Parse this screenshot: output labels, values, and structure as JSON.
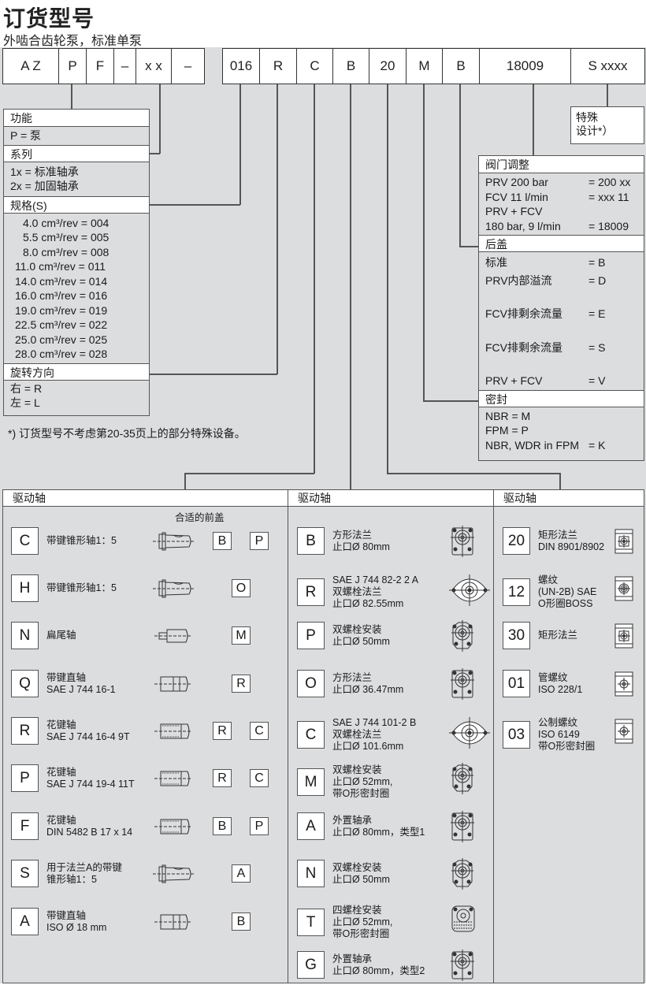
{
  "header": {
    "title": "订货型号",
    "subtitle": "外啮合齿轮泵，标准单泵"
  },
  "code_row": [
    {
      "label": "A Z",
      "x": 3,
      "w": 71
    },
    {
      "label": "P",
      "x": 74,
      "w": 35
    },
    {
      "label": "F",
      "x": 109,
      "w": 35
    },
    {
      "label": "–",
      "x": 144,
      "w": 28
    },
    {
      "label": "x x",
      "x": 172,
      "w": 45
    },
    {
      "label": "–",
      "x": 217,
      "w": 42
    },
    {
      "label": "016",
      "x": 282,
      "w": 47
    },
    {
      "label": "R",
      "x": 329,
      "w": 47
    },
    {
      "label": "C",
      "x": 376,
      "w": 46
    },
    {
      "label": "B",
      "x": 422,
      "w": 46
    },
    {
      "label": "20",
      "x": 468,
      "w": 47
    },
    {
      "label": "M",
      "x": 515,
      "w": 46
    },
    {
      "label": "B",
      "x": 561,
      "w": 47
    },
    {
      "label": "18009",
      "x": 608,
      "w": 116
    },
    {
      "label": "S xxxx",
      "x": 724,
      "w": 94
    }
  ],
  "left_box": {
    "function": {
      "header": "功能",
      "rows": [
        "P = 泵"
      ]
    },
    "series": {
      "header": "系列",
      "rows": [
        "1x = 标准轴承",
        "2x = 加固轴承"
      ]
    },
    "size": {
      "header": "规格(S)",
      "rows": [
        "4.0 cm³/rev = 004",
        "5.5 cm³/rev = 005",
        "8.0 cm³/rev = 008",
        "11.0 cm³/rev = 011",
        "14.0 cm³/rev = 014",
        "16.0 cm³/rev = 016",
        "19.0 cm³/rev = 019",
        "22.5 cm³/rev = 022",
        "25.0 cm³/rev = 025",
        "28.0 cm³/rev = 028"
      ]
    },
    "rotation": {
      "header": "旋转方向",
      "rows": [
        "右 = R",
        "左 = L"
      ]
    }
  },
  "footnote": "*) 订货型号不考虑第20-35页上的部分特殊设备。",
  "special": {
    "line1": "特殊",
    "line2": "设计*）"
  },
  "right_box": {
    "valve": {
      "header": "阀门调整",
      "rows": [
        {
          "k": "PRV 200 bar",
          "v": "= 200 xx"
        },
        {
          "k": "FCV 11 l/min",
          "v": "= xxx 11"
        },
        {
          "k": "PRV + FCV",
          "v": ""
        },
        {
          "k": "180 bar, 9 l/min",
          "v": "= 18009"
        }
      ]
    },
    "rear_cover": {
      "header": "后盖",
      "rows": [
        {
          "k": "标准",
          "v": "= B"
        },
        {
          "k": "PRV内部溢流",
          "v": "= D"
        },
        {
          "k": "FCV排剩余流量",
          "v": "= E"
        },
        {
          "k": "FCV排剩余流量",
          "v": "= S"
        },
        {
          "k": "PRV + FCV",
          "v": "= V"
        }
      ]
    },
    "seal": {
      "header": "密封",
      "rows": [
        {
          "k": "NBR = M",
          "v": ""
        },
        {
          "k": "FPM = P",
          "v": ""
        },
        {
          "k": "NBR, WDR in FPM",
          "v": "= K"
        }
      ]
    }
  },
  "shaft_section": {
    "header": "驱动轴",
    "compat_label": "合适的前盖",
    "items": [
      {
        "code": "C",
        "lines": [
          "带键锥形轴1：5"
        ],
        "covers": [
          "B",
          "P"
        ],
        "icon": "tapered-keyed-shaft-icon"
      },
      {
        "code": "H",
        "lines": [
          "带键锥形轴1：5"
        ],
        "covers": [
          "O"
        ],
        "icon": "tapered-keyed-shaft-icon"
      },
      {
        "code": "N",
        "lines": [
          "扁尾轴"
        ],
        "covers": [
          "M"
        ],
        "icon": "tang-shaft-icon"
      },
      {
        "code": "Q",
        "lines": [
          "带键直轴",
          "SAE J 744 16-1"
        ],
        "covers": [
          "R"
        ],
        "icon": "straight-keyed-shaft-icon"
      },
      {
        "code": "R",
        "lines": [
          "花键轴",
          "SAE J 744 16-4 9T"
        ],
        "covers": [
          "R",
          "C"
        ],
        "icon": "splined-shaft-icon"
      },
      {
        "code": "P",
        "lines": [
          "花键轴",
          "SAE J 744 19-4 11T"
        ],
        "covers": [
          "R",
          "C"
        ],
        "icon": "splined-shaft-icon"
      },
      {
        "code": "F",
        "lines": [
          "花键轴",
          "DIN 5482 B 17 x 14"
        ],
        "covers": [
          "B",
          "P"
        ],
        "icon": "splined-shaft-icon"
      },
      {
        "code": "S",
        "lines": [
          "用于法兰A的带键",
          "锥形轴1：5"
        ],
        "covers": [
          "A"
        ],
        "icon": "tapered-keyed-shaft-icon"
      },
      {
        "code": "A",
        "lines": [
          "带键直轴",
          "ISO Ø 18 mm"
        ],
        "covers": [
          "B"
        ],
        "icon": "straight-keyed-shaft-icon"
      }
    ]
  },
  "flange_section": {
    "header": "驱动轴",
    "items": [
      {
        "code": "B",
        "lines": [
          "方形法兰",
          "止口Ø 80mm"
        ],
        "icon": "square-flange-icon"
      },
      {
        "code": "R",
        "lines": [
          "SAE J 744 82-2 2 A",
          "双螺栓法兰",
          "止口Ø 82.55mm"
        ],
        "icon": "two-bolt-flange-icon"
      },
      {
        "code": "P",
        "lines": [
          "双螺栓安装",
          "止口Ø 50mm"
        ],
        "icon": "two-bolt-mount-icon"
      },
      {
        "code": "O",
        "lines": [
          "方形法兰",
          " 止口Ø 36.47mm"
        ],
        "icon": "square-flange-icon"
      },
      {
        "code": "C",
        "lines": [
          "SAE J 744 101-2 B",
          "双螺栓法兰",
          "止口Ø 101.6mm"
        ],
        "icon": "two-bolt-flange-icon"
      },
      {
        "code": "M",
        "lines": [
          "双螺栓安装",
          "止口Ø 52mm,",
          "带O形密封圈"
        ],
        "icon": "two-bolt-mount-icon"
      },
      {
        "code": "A",
        "lines": [
          "外置轴承",
          "止口Ø 80mm，类型1"
        ],
        "icon": "outboard-bearing-flange-icon"
      },
      {
        "code": "N",
        "lines": [
          "双螺栓安装",
          "止口Ø 50mm"
        ],
        "icon": "two-bolt-mount-icon"
      },
      {
        "code": "T",
        "lines": [
          "四螺栓安装",
          "止口Ø 52mm,",
          "带O形密封圈"
        ],
        "icon": "four-bolt-mount-icon"
      },
      {
        "code": "G",
        "lines": [
          "外置轴承",
          "止口Ø 80mm，类型2"
        ],
        "icon": "outboard-bearing-flange-icon"
      }
    ]
  },
  "port_section": {
    "header": "驱动轴",
    "items": [
      {
        "code": "20",
        "lines": [
          "矩形法兰",
          "DIN 8901/8902"
        ],
        "icon": "rect-flange-port-icon"
      },
      {
        "code": "12",
        "lines": [
          "螺纹",
          "(UN-2B) SAE",
          "O形圈BOSS"
        ],
        "icon": "thread-port-icon"
      },
      {
        "code": "30",
        "lines": [
          "矩形法兰"
        ],
        "icon": "rect-flange-port-icon"
      },
      {
        "code": "01",
        "lines": [
          "管螺纹",
          "ISO 228/1"
        ],
        "icon": "pipe-thread-port-icon"
      },
      {
        "code": "03",
        "lines": [
          "公制螺纹",
          "ISO 6149",
          "带O形密封圈"
        ],
        "icon": "metric-thread-port-icon"
      }
    ]
  }
}
